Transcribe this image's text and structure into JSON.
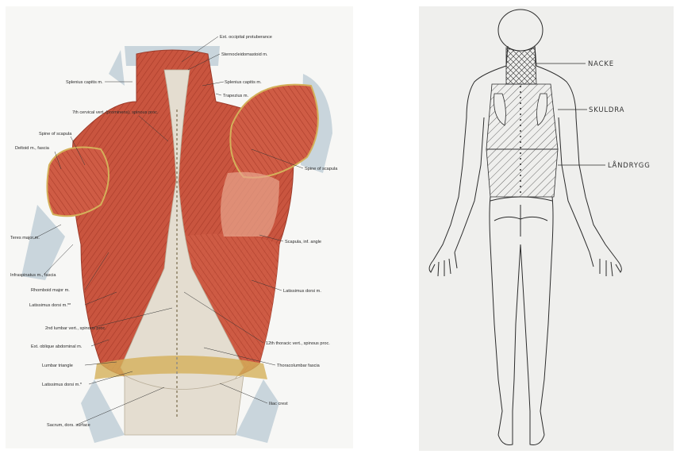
{
  "anatomy_figure": {
    "labels": {
      "ext_occipital": "Ext. occipital protuberance",
      "sternocleido": "Sternocleidomastoid m.",
      "splenius_left": "Splenius capitis m.",
      "splenius_right": "Splenius capitis m.",
      "trapezius": "Trapezius m.",
      "c7": "7th cervical vert. (prominens), spinous proc.",
      "spine_scapula_left": "Spine of scapula",
      "deltoid": "Deltoid m., fascia",
      "spine_scapula_right": "Spine of scapula",
      "teres": "Teres major m.",
      "scapula_angle": "Scapula, inf. angle",
      "infraspinatus": "Infraspinatus m., fascia",
      "rhomboid": "Rhomboid major m.",
      "latissimus_right": "Latissimus dorsi m.",
      "latissimus_left1": "Latissimus dorsi m.**",
      "lumbar_vert": "2nd lumbar vert., spinous proc.",
      "thoracic_vert": "12th thoracic vert., spinous proc.",
      "ext_oblique": "Ext. oblique abdominal m.",
      "lumbar_triangle": "Lumbar triangle",
      "thoracolumbar": "Thoracolumbar fascia",
      "latissimus_left2": "Latissimus dorsi m.*",
      "iliac_crest": "Iliac crest",
      "sacrum": "Sacrum, dors. surface"
    }
  },
  "pain_drawing": {
    "labels": {
      "neck": "NACKE",
      "shoulders": "SKULDRA",
      "lower_back": "LÅNDRYGG"
    }
  },
  "colors": {
    "muscle": "#c9553f",
    "muscle_dark": "#a83a28",
    "fascia": "#e4ddd0",
    "skin": "#c9d5dc",
    "paper": "#efefed",
    "pencil": "#2b2b2b"
  }
}
